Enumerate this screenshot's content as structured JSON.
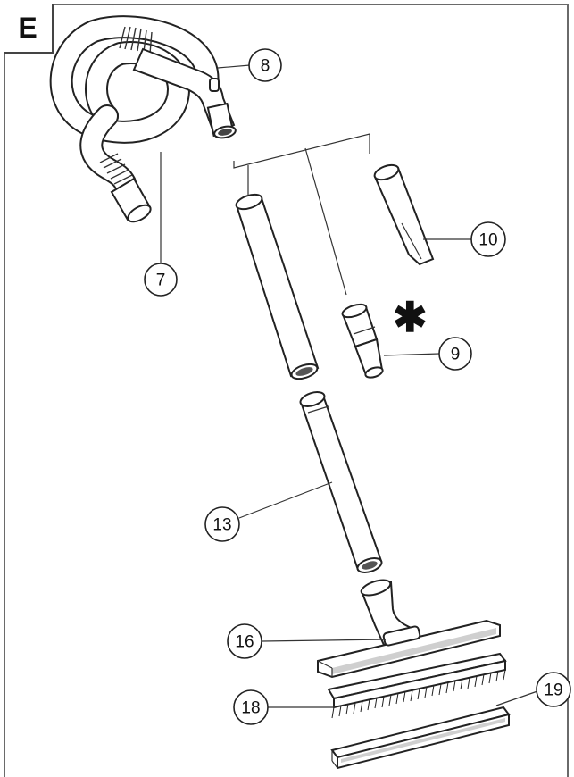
{
  "section": {
    "letter": "E"
  },
  "note_symbol": "✱",
  "callouts": {
    "c7": "7",
    "c8": "8",
    "c9": "9",
    "c10": "10",
    "c13": "13",
    "c16": "16",
    "c18": "18",
    "c19": "19"
  }
}
